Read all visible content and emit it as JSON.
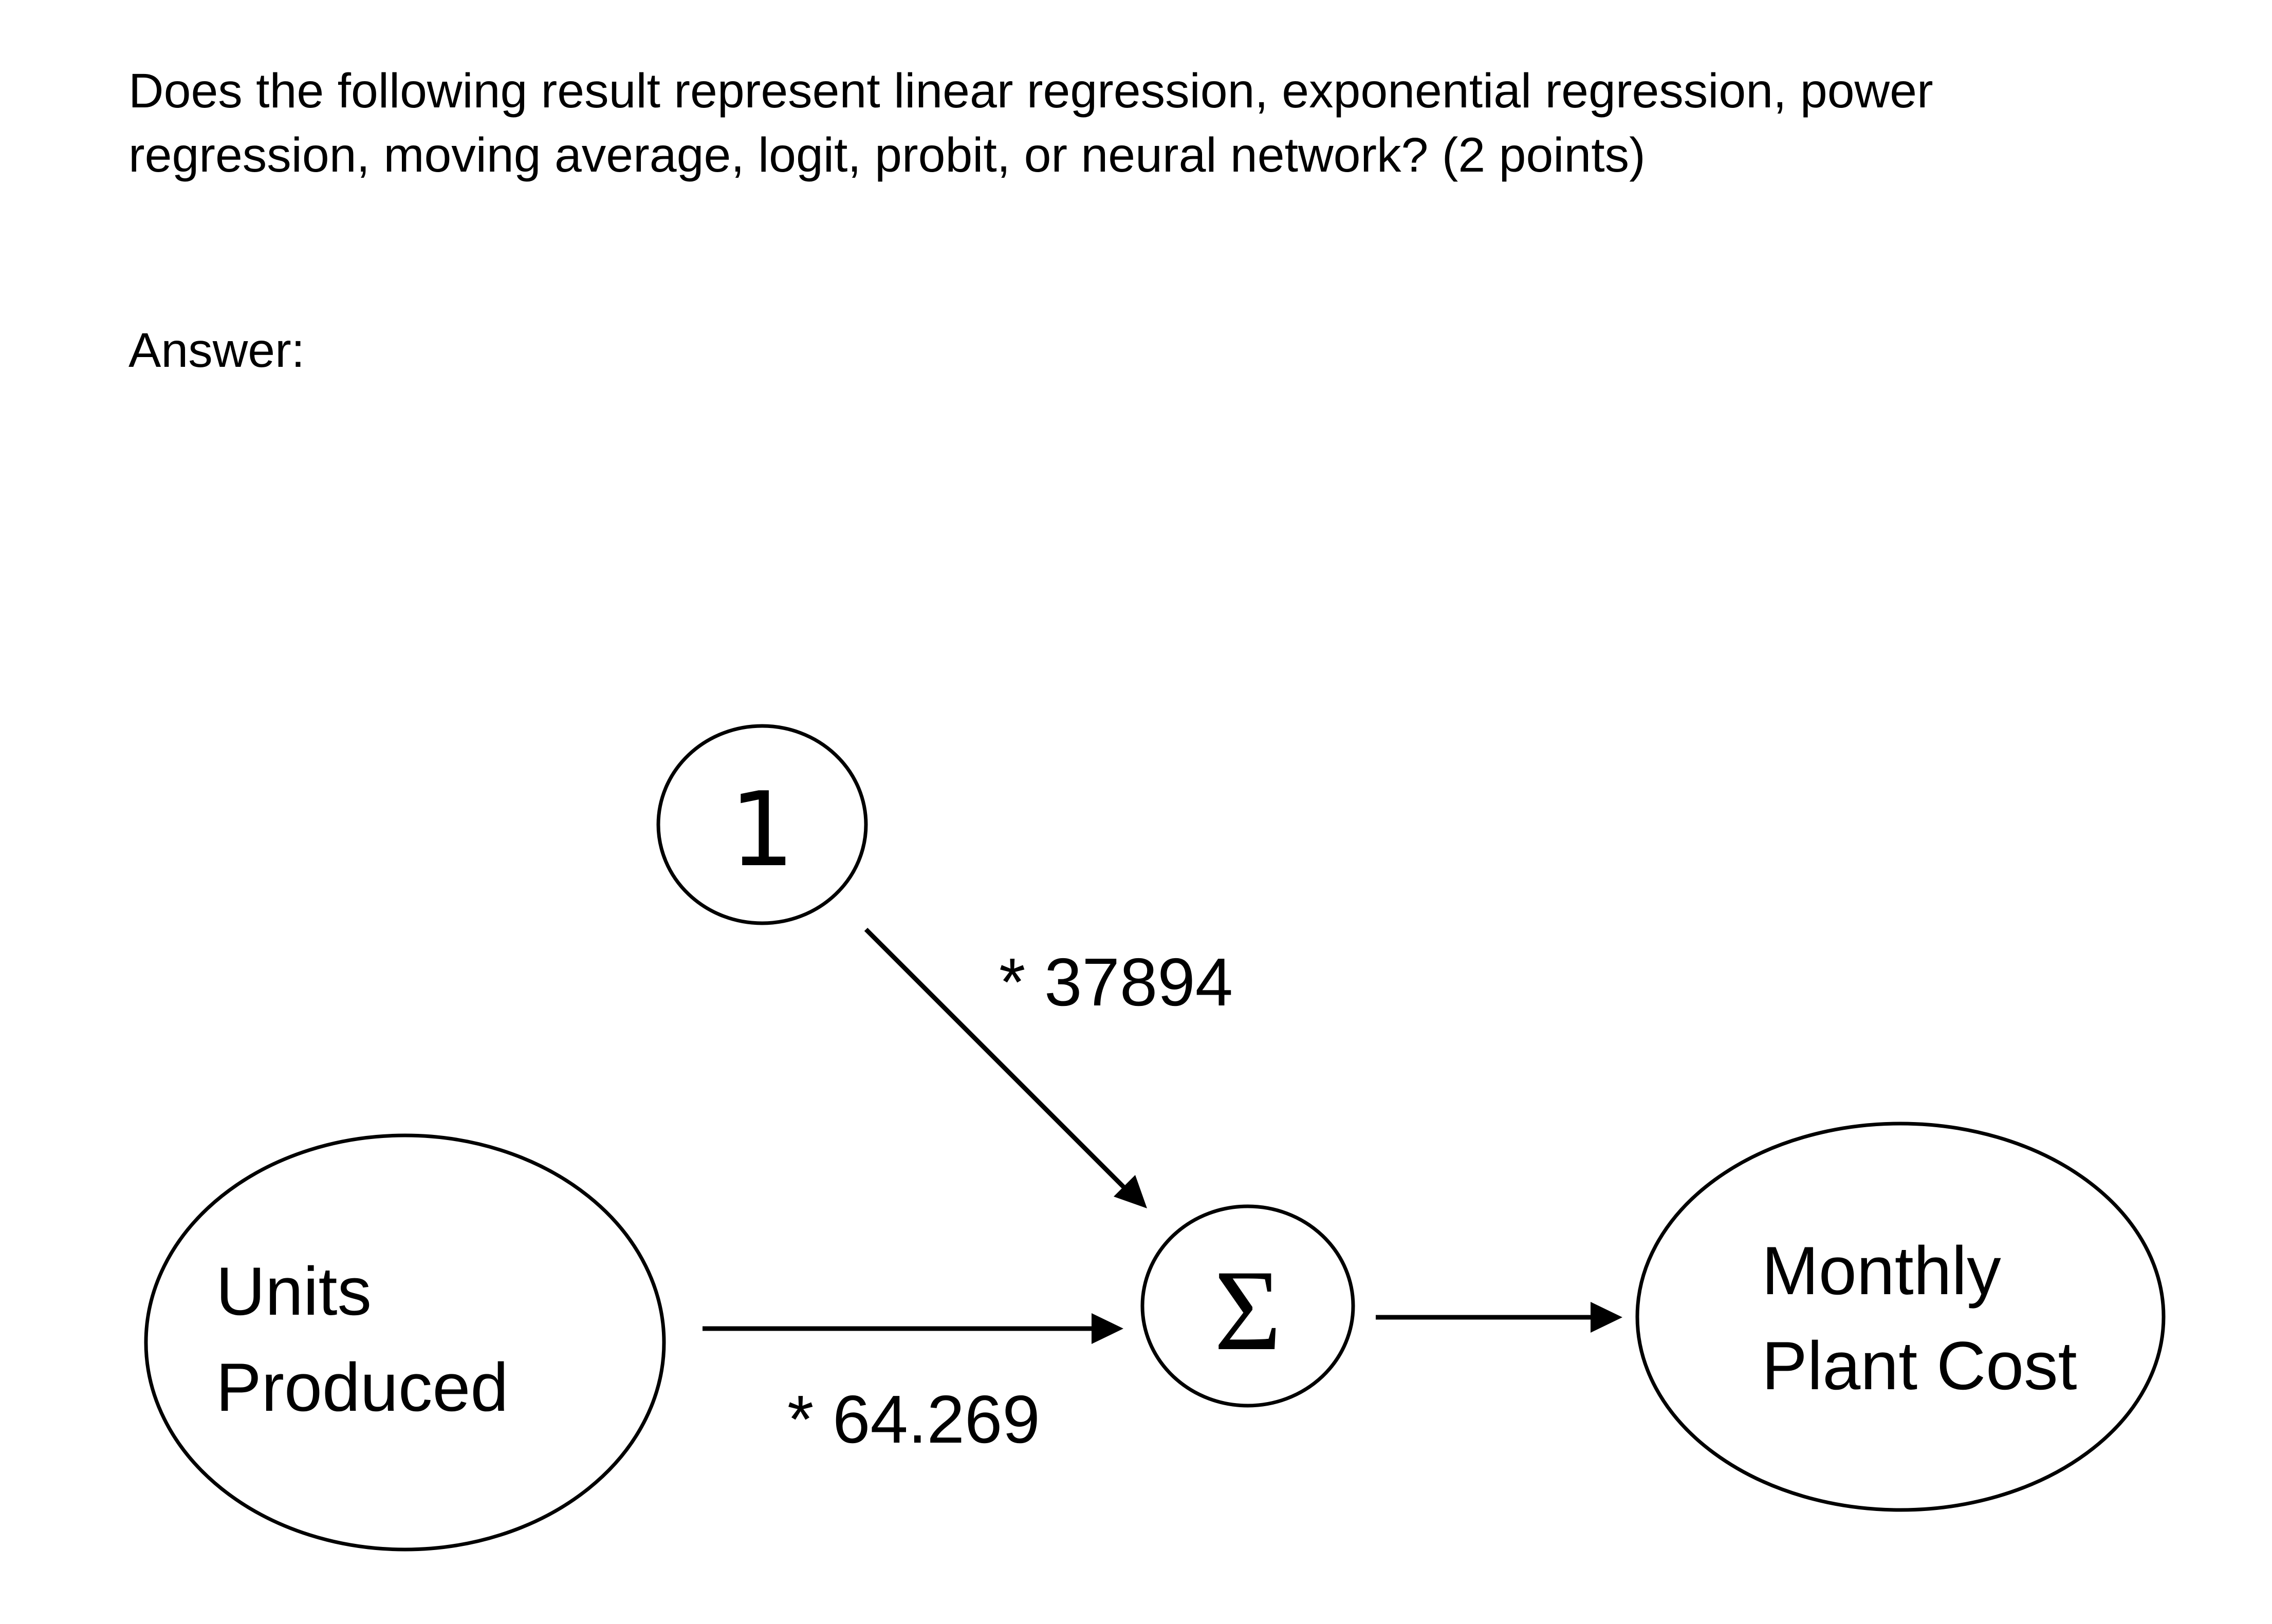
{
  "page": {
    "background_color": "#ffffff",
    "ink_color": "#000000"
  },
  "question": {
    "line1": "Does the following result represent linear regression, exponential regression, power",
    "line2": "regression, moving average, logit, probit, or neural network? (2 points)",
    "points": "2",
    "answer_label": "Answer:"
  },
  "diagram": {
    "bias_node": {
      "label": "1"
    },
    "input_node": {
      "line1": "Units",
      "line2": "Produced"
    },
    "sum_node": {
      "symbol": "Σ"
    },
    "output_node": {
      "line1": "Monthly",
      "line2": "Plant Cost"
    },
    "bias_weight_label": "* 37894",
    "input_weight_label": "* 64.269"
  }
}
